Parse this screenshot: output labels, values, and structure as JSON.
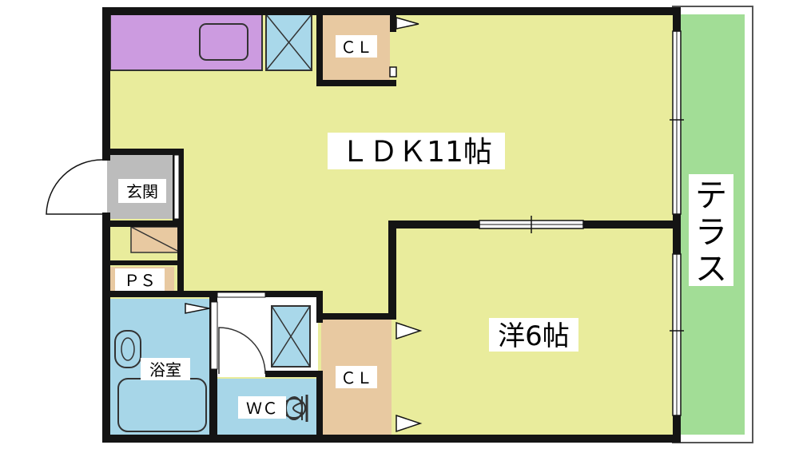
{
  "rooms": {
    "ldk": "ＬＤＫ11帖",
    "western": "洋6帖",
    "terrace": [
      "テ",
      "ラ",
      "ス"
    ],
    "entrance": "玄関",
    "closet_top": "ＣＬ",
    "closet_bottom": "ＣＬ",
    "ps": "ＰＳ",
    "bath": "浴室",
    "wc": "ＷＣ"
  },
  "colors": {
    "room_floor": "#e9ec9c",
    "terrace": "#a2dd96",
    "closet": "#e8c9a1",
    "kitchen": "#cc9be0",
    "bath": "#a7d6e8",
    "storage": "#a9d8ea",
    "entrance": "#bcbcbc",
    "wall": "#141414"
  }
}
